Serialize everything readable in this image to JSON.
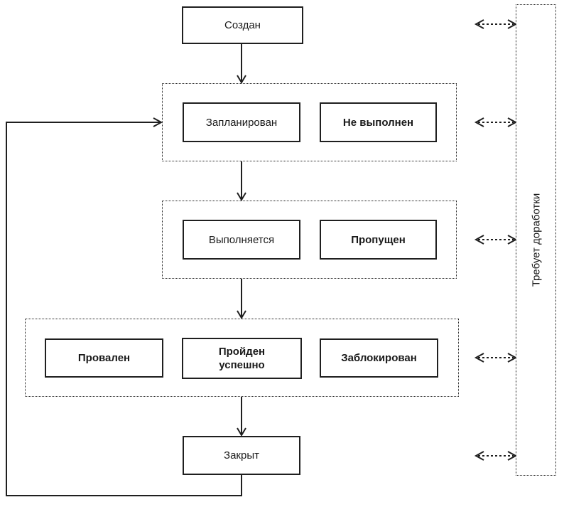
{
  "diagram": {
    "type": "state-flowchart",
    "language": "ru",
    "colors": {
      "background": "#ffffff",
      "line": "#1f1f1f",
      "box_fill": "#ffffff",
      "text": "#1a1a1a"
    },
    "nodes": {
      "created": {
        "label": "Создан",
        "emphasis": "regular"
      },
      "planned": {
        "label": "Запланирован",
        "emphasis": "regular"
      },
      "not_performed": {
        "label": "Не выполнен",
        "emphasis": "bold"
      },
      "in_progress": {
        "label": "Выполняется",
        "emphasis": "regular"
      },
      "skipped": {
        "label": "Пропущен",
        "emphasis": "bold"
      },
      "failed": {
        "label": "Провален",
        "emphasis": "bold"
      },
      "passed": {
        "label": "Пройден успешно",
        "emphasis": "bold"
      },
      "blocked": {
        "label": "Заблокирован",
        "emphasis": "bold"
      },
      "closed": {
        "label": "Закрыт",
        "emphasis": "regular"
      },
      "rework": {
        "label": "Требует доработки",
        "emphasis": "regular",
        "orientation": "vertical-bottom-to-top"
      }
    },
    "groups": [
      {
        "members": [
          "planned",
          "not_performed"
        ]
      },
      {
        "members": [
          "in_progress",
          "skipped"
        ]
      },
      {
        "members": [
          "failed",
          "passed",
          "blocked"
        ]
      }
    ],
    "edges": [
      {
        "from": "created",
        "to": "group-planned",
        "style": "solid-arrow"
      },
      {
        "from": "group-planned",
        "to": "group-in-progress",
        "style": "solid-arrow"
      },
      {
        "from": "group-in-progress",
        "to": "group-result",
        "style": "solid-arrow"
      },
      {
        "from": "group-result",
        "to": "closed",
        "style": "solid-arrow"
      },
      {
        "from": "closed",
        "to": "group-planned",
        "style": "solid-arrow-feedback-loop"
      },
      {
        "from": "created",
        "to": "rework",
        "style": "dashed-double-arrow"
      },
      {
        "from": "group-planned",
        "to": "rework",
        "style": "dashed-double-arrow"
      },
      {
        "from": "group-in-progress",
        "to": "rework",
        "style": "dashed-double-arrow"
      },
      {
        "from": "group-result",
        "to": "rework",
        "style": "dashed-double-arrow"
      },
      {
        "from": "closed",
        "to": "rework",
        "style": "dashed-double-arrow"
      }
    ]
  }
}
